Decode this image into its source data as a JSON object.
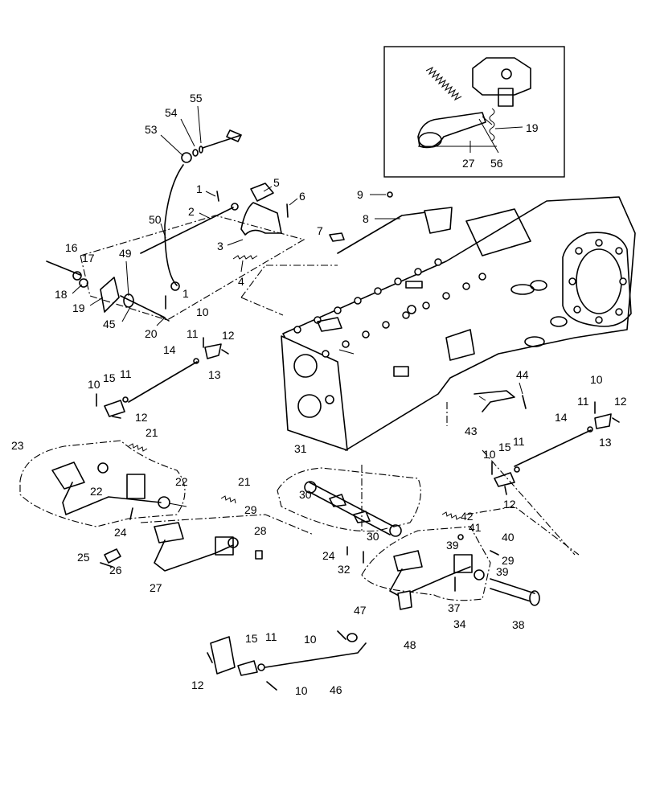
{
  "callouts": [
    {
      "text": "55"
    },
    {
      "text": "54"
    },
    {
      "text": "53"
    },
    {
      "text": "5"
    },
    {
      "text": "1"
    },
    {
      "text": "6"
    },
    {
      "text": "2"
    },
    {
      "text": "3"
    },
    {
      "text": "50"
    },
    {
      "text": "4"
    },
    {
      "text": "16"
    },
    {
      "text": "17"
    },
    {
      "text": "49"
    },
    {
      "text": "18"
    },
    {
      "text": "19"
    },
    {
      "text": "1"
    },
    {
      "text": "45"
    },
    {
      "text": "20"
    },
    {
      "text": "9"
    },
    {
      "text": "8"
    },
    {
      "text": "7"
    },
    {
      "text": "10"
    },
    {
      "text": "11"
    },
    {
      "text": "12"
    },
    {
      "text": "14"
    },
    {
      "text": "13"
    },
    {
      "text": "10"
    },
    {
      "text": "15"
    },
    {
      "text": "11"
    },
    {
      "text": "12"
    },
    {
      "text": "21"
    },
    {
      "text": "23"
    },
    {
      "text": "22"
    },
    {
      "text": "22"
    },
    {
      "text": "24"
    },
    {
      "text": "21"
    },
    {
      "text": "29"
    },
    {
      "text": "28"
    },
    {
      "text": "25"
    },
    {
      "text": "26"
    },
    {
      "text": "27"
    },
    {
      "text": "31"
    },
    {
      "text": "30"
    },
    {
      "text": "30"
    },
    {
      "text": "24"
    },
    {
      "text": "32"
    },
    {
      "text": "44"
    },
    {
      "text": "43"
    },
    {
      "text": "10"
    },
    {
      "text": "11"
    },
    {
      "text": "12"
    },
    {
      "text": "14"
    },
    {
      "text": "13"
    },
    {
      "text": "10"
    },
    {
      "text": "15"
    },
    {
      "text": "11"
    },
    {
      "text": "12"
    },
    {
      "text": "42"
    },
    {
      "text": "41"
    },
    {
      "text": "40"
    },
    {
      "text": "39"
    },
    {
      "text": "29"
    },
    {
      "text": "39"
    },
    {
      "text": "37"
    },
    {
      "text": "34"
    },
    {
      "text": "38"
    },
    {
      "text": "48"
    },
    {
      "text": "47"
    },
    {
      "text": "10"
    },
    {
      "text": "15"
    },
    {
      "text": "11"
    },
    {
      "text": "12"
    },
    {
      "text": "10"
    },
    {
      "text": "46"
    }
  ],
  "inset": {
    "callouts": [
      {
        "text": "19"
      },
      {
        "text": "27"
      },
      {
        "text": "56"
      }
    ]
  }
}
